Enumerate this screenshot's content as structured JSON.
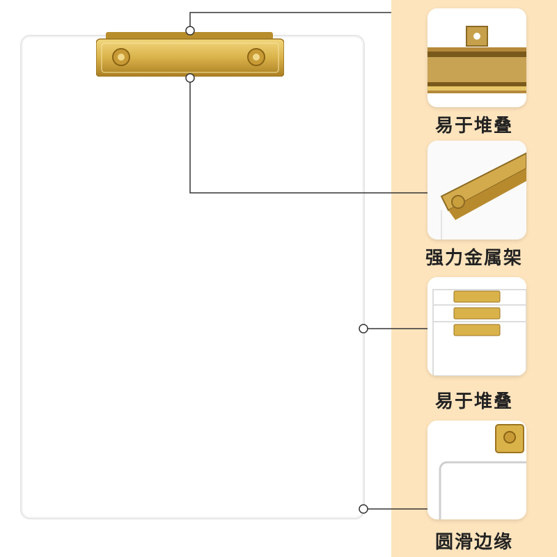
{
  "features": [
    {
      "label": "易于堆叠",
      "icon": "clip-closeup-photo"
    },
    {
      "label": "强力金属架",
      "icon": "clip-angle-photo"
    },
    {
      "label": "易于堆叠",
      "icon": "stacked-boards-photo"
    },
    {
      "label": "圆滑边缘",
      "icon": "rounded-corner-photo"
    }
  ],
  "colors": {
    "panel": "#fde4bd",
    "gold": "#d9b24a",
    "gold_dark": "#9c7420",
    "line": "#333333"
  }
}
